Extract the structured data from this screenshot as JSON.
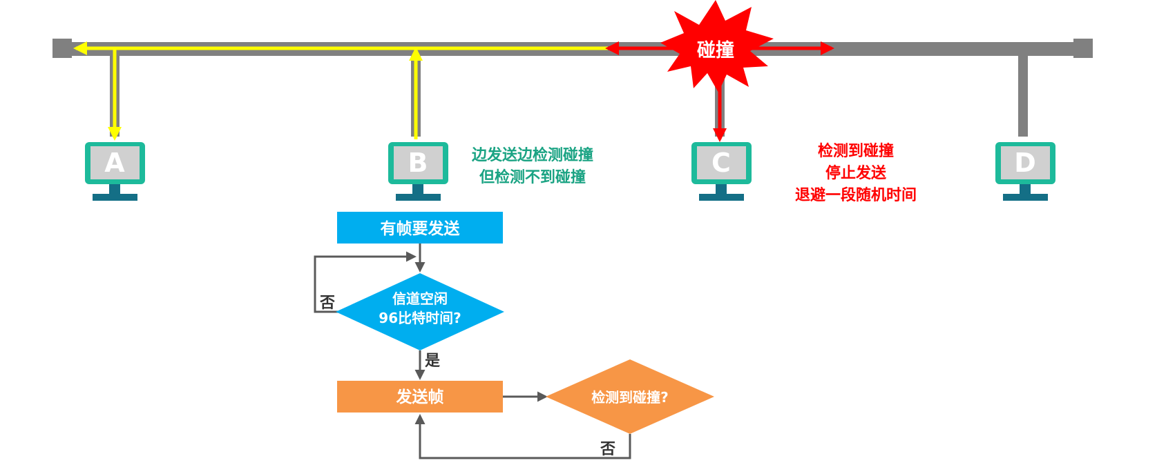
{
  "stations": [
    {
      "id": "A",
      "label": "A"
    },
    {
      "id": "B",
      "label": "B"
    },
    {
      "id": "C",
      "label": "C"
    },
    {
      "id": "D",
      "label": "D"
    }
  ],
  "collision_label": "碰撞",
  "notes": {
    "b_line1": "边发送边检测碰撞",
    "b_line2": "但检测不到碰撞",
    "c_line1": "检测到碰撞",
    "c_line2": "停止发送",
    "c_line3": "退避一段随机时间"
  },
  "flowchart": {
    "start": "有帧要发送",
    "check_line1": "信道空闲",
    "check_line2": "96比特时间?",
    "no_label": "否",
    "yes_label": "是",
    "send": "发送帧",
    "detect": "检测到碰撞?",
    "detect_no": "否"
  },
  "colors": {
    "bus": "#808080",
    "signal_yellow": "#ffff00",
    "signal_red": "#ff0000",
    "monitor_frame": "#1dba9b",
    "monitor_screen": "#d0d0d0",
    "monitor_base": "#146f86",
    "note_green": "#1aa383",
    "note_red": "#ff0000",
    "box_blue": "#00aeef",
    "box_orange": "#f79646",
    "flow_line": "#595959"
  }
}
